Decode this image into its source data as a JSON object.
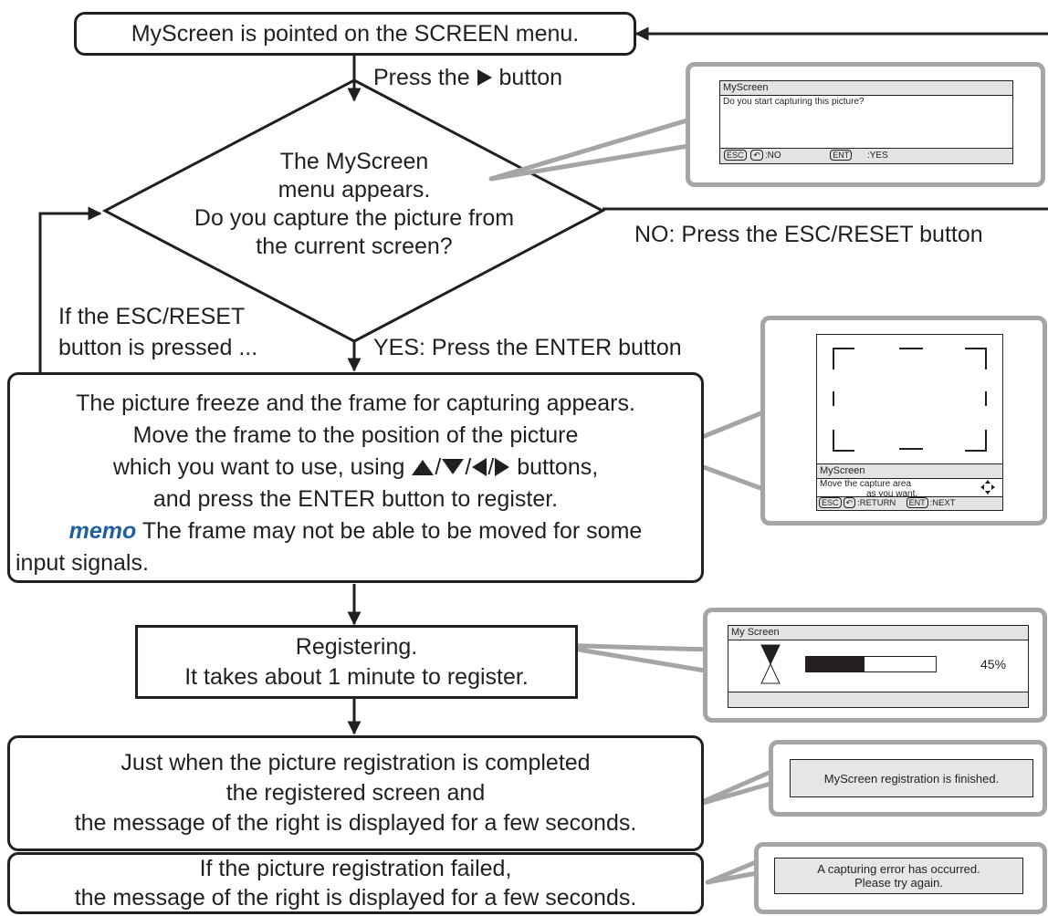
{
  "flow": {
    "start_box": "MyScreen is pointed on the SCREEN menu.",
    "press_right": {
      "before": "Press the",
      "after": "button"
    },
    "decision": [
      "The MyScreen",
      "menu appears.",
      "Do you capture the picture from",
      "the current screen?"
    ],
    "no_label": "NO: Press the ESC/RESET button",
    "esc_note": [
      "If the ESC/RESET",
      "button is pressed ..."
    ],
    "yes_label": "YES: Press the ENTER button",
    "capture_box": [
      "The picture freeze and the frame for capturing appears.",
      "Move the frame to the position of the picture",
      "which you want to use, using",
      "buttons,",
      "and press the ENTER button to register."
    ],
    "memo_keyword": "memo",
    "memo_text": "The frame may not be able to be moved for some",
    "memo_text_2": "input signals.",
    "register_box": [
      "Registering.",
      "It takes about 1 minute to register."
    ],
    "complete_box": [
      "Just when the picture registration is completed",
      "the registered screen and",
      "the message of the right is displayed for a few seconds."
    ],
    "failed_box": [
      "If the picture registration failed,",
      "the message of the right is displayed for a few seconds."
    ]
  },
  "screens": {
    "start_dialog": {
      "title": "MyScreen",
      "question": "Do you start capturing this picture?",
      "esc_key": "ESC",
      "no_label": ":NO",
      "ent_key": "ENT",
      "yes_label": ":YES"
    },
    "capture_dialog": {
      "title": "MyScreen",
      "line1": "Move the capture area",
      "line2": "as you want.",
      "esc_key": "ESC",
      "return_label": ":RETURN",
      "ent_key": "ENT",
      "next_label": ":NEXT"
    },
    "progress_dialog": {
      "title": "My Screen",
      "progress": 0.45,
      "progress_label": "45%"
    },
    "finished_message": "MyScreen registration is finished.",
    "error_message": [
      "A capturing error has occurred.",
      "Please try again."
    ]
  }
}
